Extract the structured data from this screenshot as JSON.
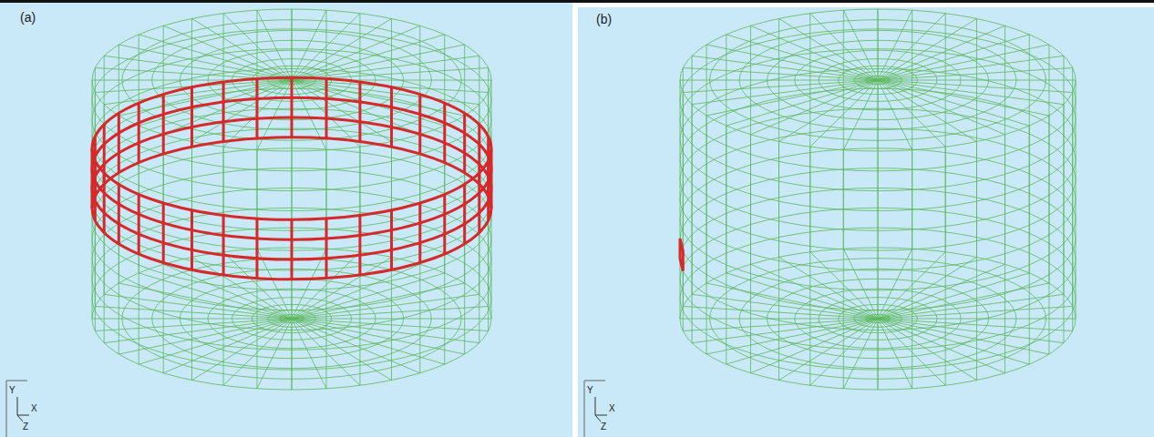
{
  "diagram": {
    "labels": [
      "(a)",
      "Y",
      "X",
      "Z",
      "(b)",
      "Y",
      "X",
      "Z"
    ]
  }
}
